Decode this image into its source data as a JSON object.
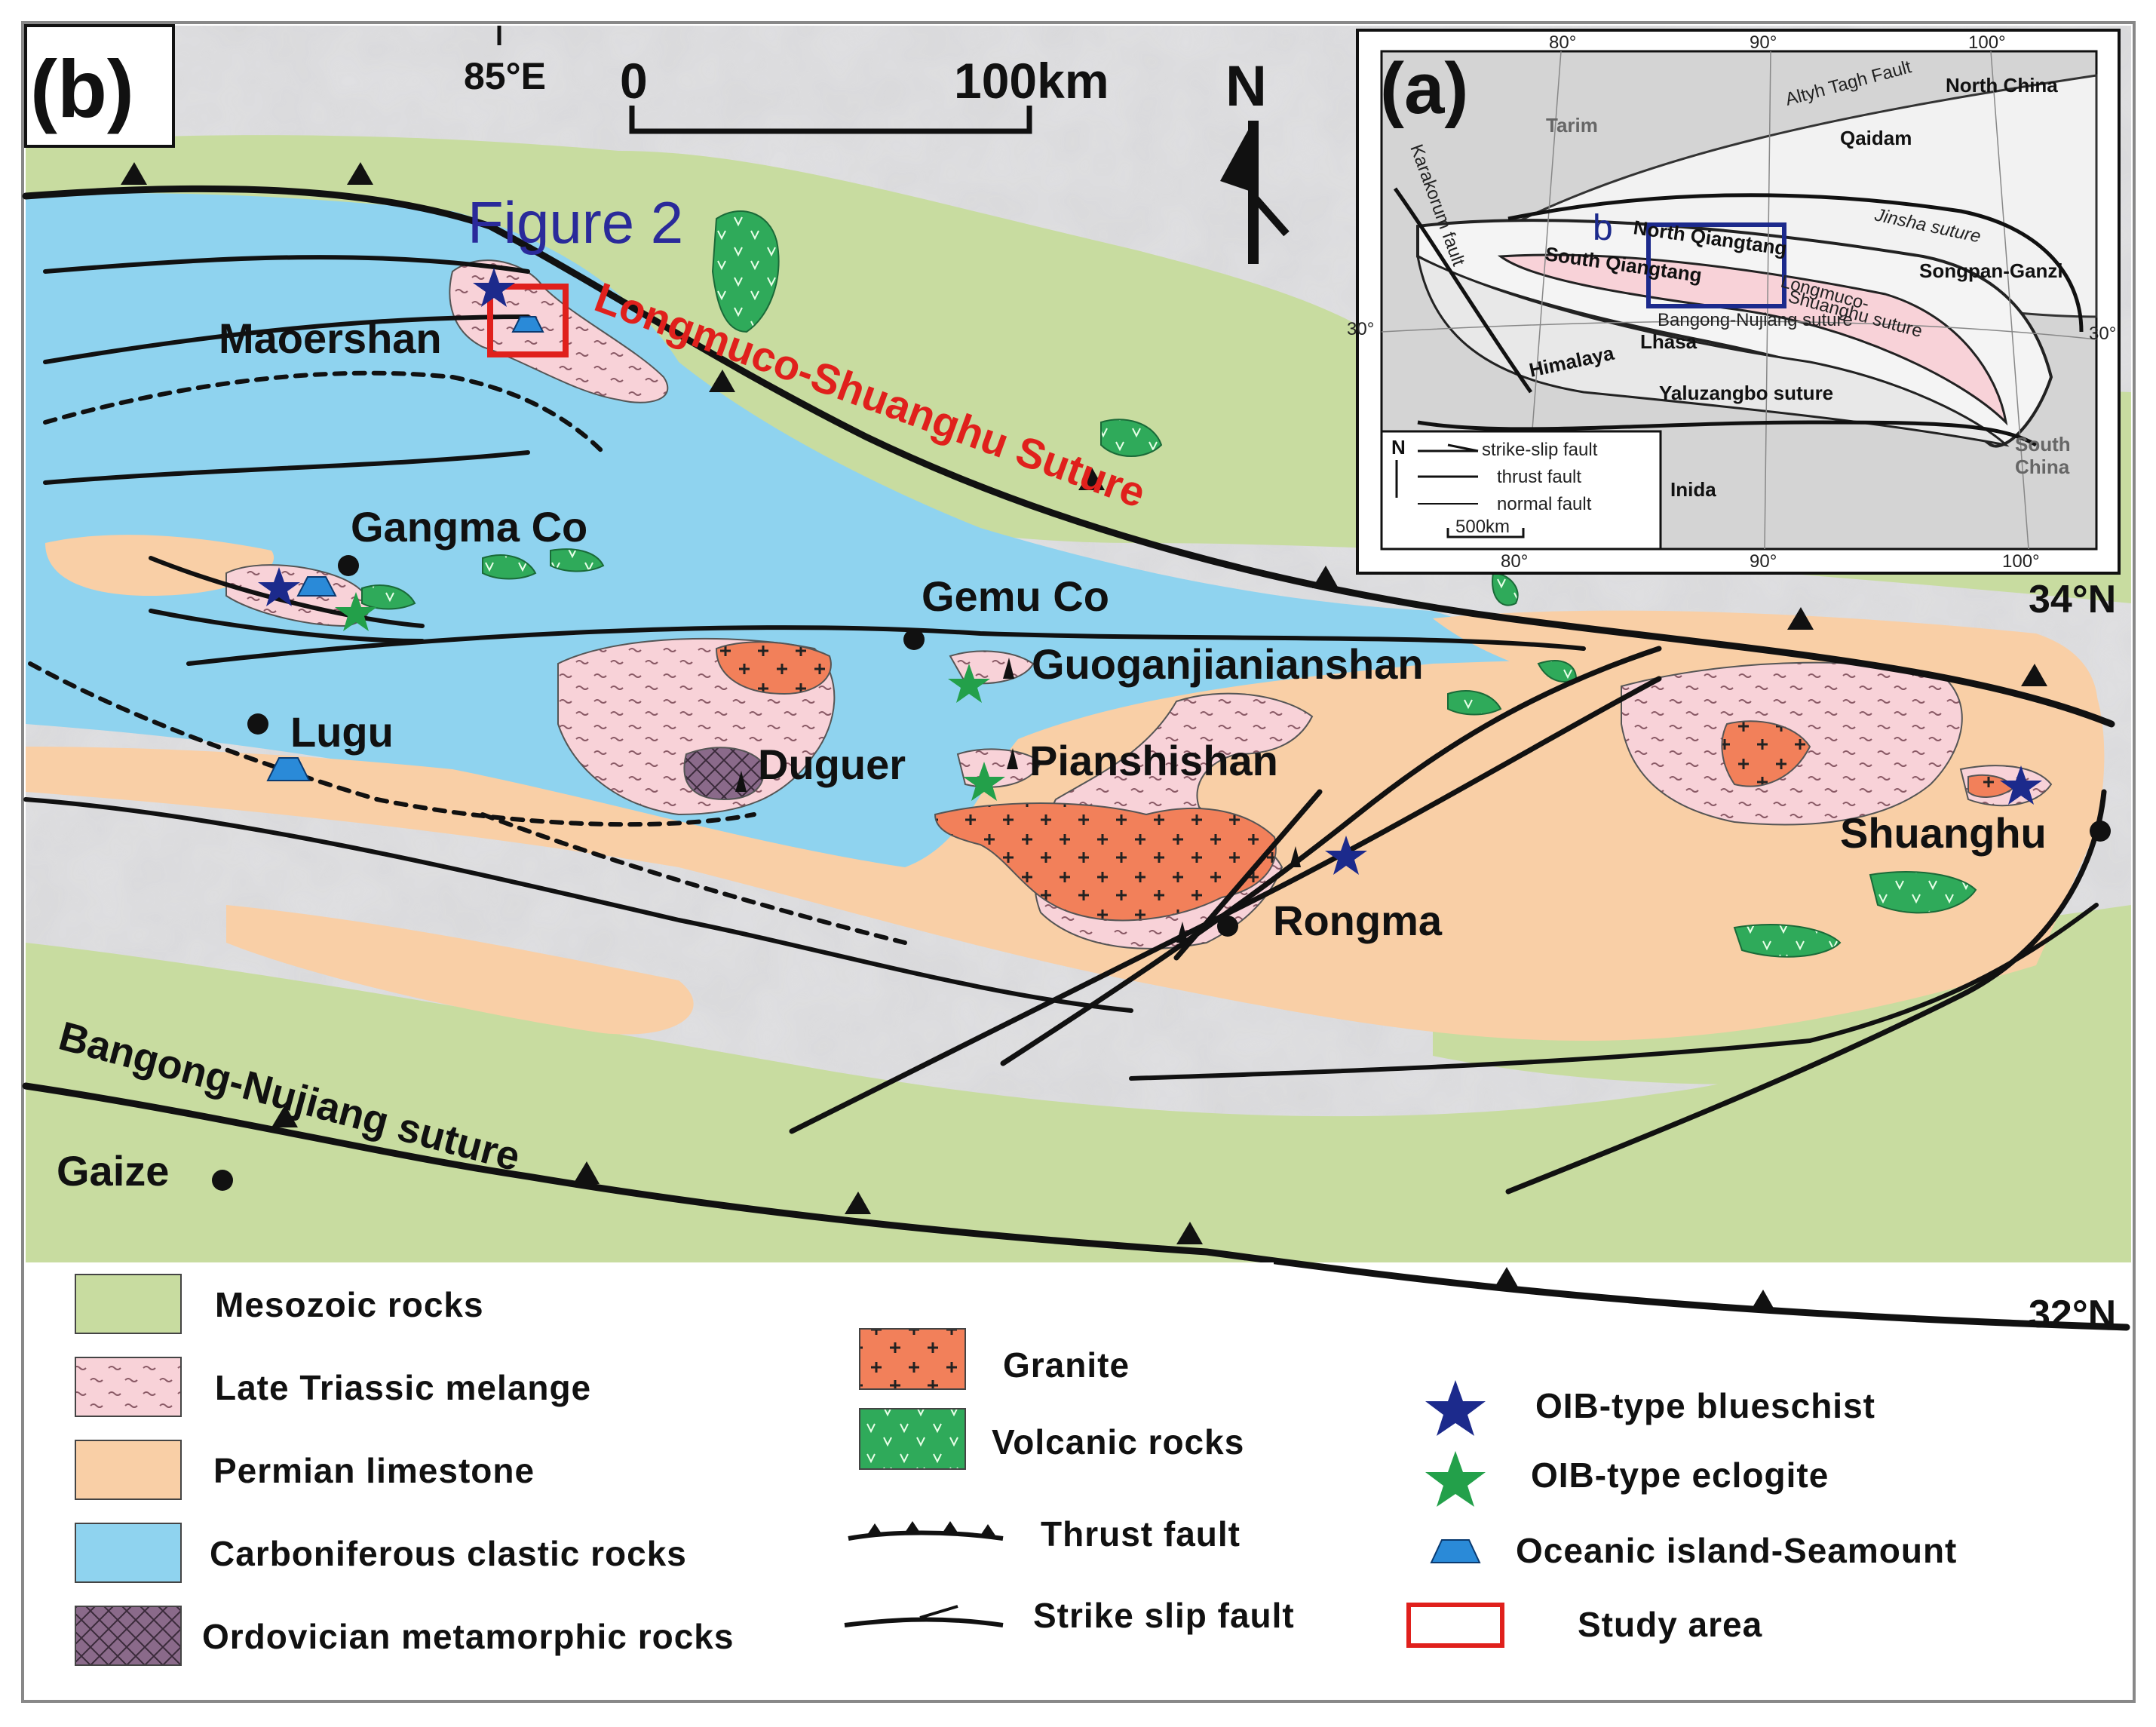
{
  "panel_label": "(b)",
  "inset_label": "(a)",
  "longitude_label": "85°E",
  "scale": {
    "zero": "0",
    "max": "100km"
  },
  "north": "N",
  "figure_ref": "Figure 2",
  "lat_labels": {
    "lat34": "34°N",
    "lat32": "32°N"
  },
  "sutures": {
    "longmuco": "Longmuco-Shuanghu Suture",
    "bangong": "Bangong-Nujiang suture"
  },
  "places": {
    "maoershan": "Maoershan",
    "gangma": "Gangma Co",
    "gemu": "Gemu Co",
    "guogan": "Guoganjianianshan",
    "lugu": "Lugu",
    "duguer": "Duguer",
    "pianshi": "Pianshishan",
    "rongma": "Rongma",
    "shuanghu": "Shuanghu",
    "gaize": "Gaize"
  },
  "inset": {
    "ticks": {
      "t80": "80°",
      "t90": "90°",
      "t100": "100°",
      "t30": "30°"
    },
    "tarim": "Tarim",
    "altyh": "Altyh Tagh Fault",
    "north_china": "North China",
    "qaidam": "Qaidam",
    "jinsha": "Jinsha suture",
    "karakorum": "Karakorum fault",
    "b_letter": "b",
    "north_qiangtang": "North Qiangtang",
    "south_qiangtang": "South Qiangtang",
    "songpan": "Songpan-Ganzi",
    "longmuco_small": "Longmuco-",
    "shuanghu_small": "Shuanghu suture",
    "bangong_small": "Bangong-Nujiang suture",
    "lhasa": "Lhasa",
    "himalaya": "Himalaya",
    "yaluzangbo": "Yaluzangbo suture",
    "inida": "Inida",
    "south_china_1": "South",
    "south_china_2": "China",
    "key_n": "N",
    "key_strike": "strike-slip fault",
    "key_thrust": "thrust fault",
    "key_normal": "normal fault",
    "key_scale": "500km"
  },
  "legend": {
    "mesozoic": "Mesozoic rocks",
    "triassic": "Late Triassic melange",
    "permian": "Permian limestone",
    "carboniferous": "Carboniferous clastic rocks",
    "ordovician": "Ordovician metamorphic rocks",
    "granite": "Granite",
    "volcanic": "Volcanic rocks",
    "thrust": "Thrust fault",
    "strike": "Strike slip fault",
    "blueschist": "OIB-type blueschist",
    "eclogite": "OIB-type eclogite",
    "seamount": "Oceanic island-Seamount",
    "study": "Study area"
  },
  "colors": {
    "mesozoic": "#c8dca0",
    "triassic": "#f8d2d8",
    "permian": "#f9cfa6",
    "carboniferous": "#8fd3ef",
    "ordovician": "#8a6a8a",
    "granite": "#f2805a",
    "volcanic": "#2faa5a",
    "blueschist": "#1c2a8c",
    "eclogite": "#23a04a",
    "seamount": "#2a8ad8",
    "study": "#e0201c",
    "suture_label": "#e0201c",
    "figure_ref": "#2a2a9a"
  }
}
